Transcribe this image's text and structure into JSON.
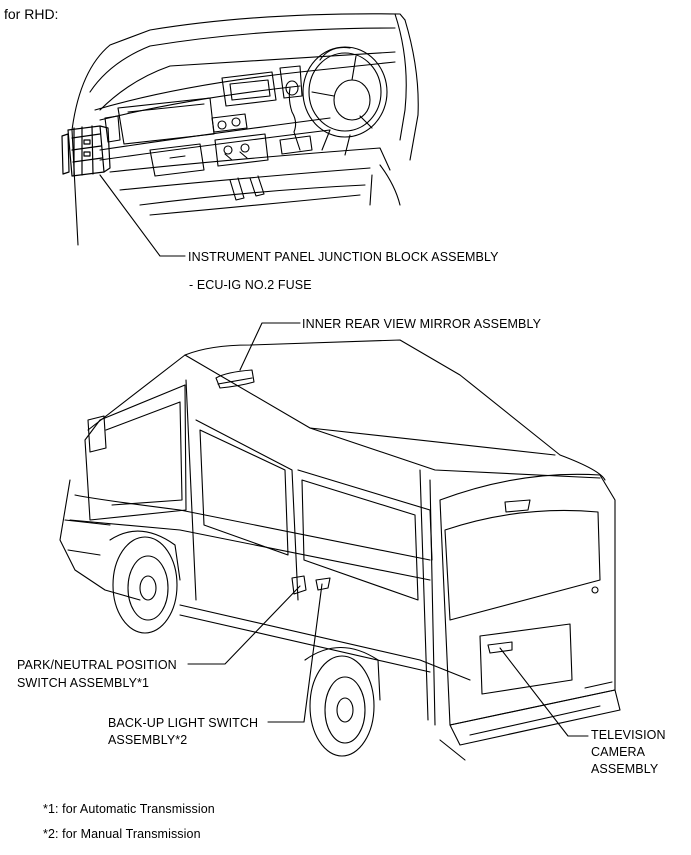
{
  "heading": "for RHD:",
  "labels": {
    "ipjb": "INSTRUMENT PANEL JUNCTION BLOCK ASSEMBLY",
    "ipjb_sub": "- ECU-IG NO.2 FUSE",
    "mirror": "INNER REAR VIEW MIRROR ASSEMBLY",
    "park_line1": "PARK/NEUTRAL POSITION",
    "park_line2": "SWITCH ASSEMBLY*1",
    "backup_line1": "BACK-UP LIGHT SWITCH",
    "backup_line2": "ASSEMBLY*2",
    "tv_line1": "TELEVISION",
    "tv_line2": "CAMERA",
    "tv_line3": "ASSEMBLY"
  },
  "notes": {
    "note1": "*1: for Automatic Transmission",
    "note2": "*2: for Manual Transmission"
  }
}
